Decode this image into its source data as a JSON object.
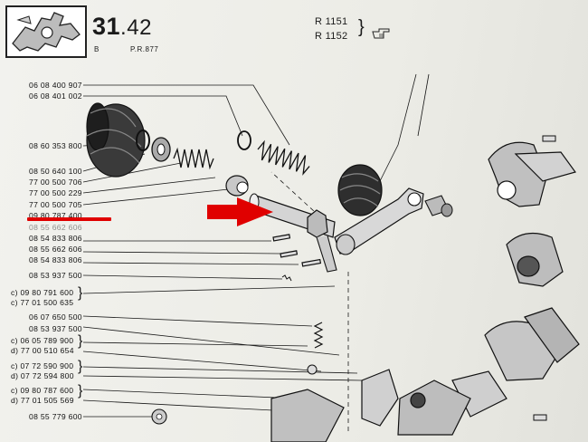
{
  "header": {
    "section_main": "31",
    "section_sub": ".42",
    "letter": "B",
    "plate_ref": "P.R.877"
  },
  "references": [
    "R 1151",
    "R 1152"
  ],
  "icons": {
    "thumbnail": "gear-selector-thumbnail-icon",
    "pointing_hand": "pointing-hand-icon",
    "highlight_arrow": "red-arrow-icon"
  },
  "colors": {
    "highlight": "#e00000",
    "ink": "#1a1a1a",
    "paper": "#efefea"
  },
  "part_numbers": [
    {
      "label": "06 08 400 907"
    },
    {
      "label": "06 08 401 002"
    },
    {
      "label": "08 60 353 800"
    },
    {
      "label": "08 50 640 100"
    },
    {
      "label": "77 00 500 706"
    },
    {
      "label": "77 00 500 229"
    },
    {
      "label": "77 00 500 705"
    },
    {
      "label": "09 80 787 400"
    },
    {
      "label": "08 55 662 606"
    },
    {
      "label": "08 54 833 806"
    },
    {
      "label": "08 55 662 606"
    },
    {
      "label": "08 54 833 806"
    },
    {
      "label": "08 53 937 500"
    },
    {
      "label": "c) 09 80 791 600"
    },
    {
      "label": "c) 77 01 500 635"
    },
    {
      "label": "06 07 650 500"
    },
    {
      "label": "08 53 937 500"
    },
    {
      "label": "c) 06 05 789 900"
    },
    {
      "label": "d) 77 00 510 654"
    },
    {
      "label": "c) 07 72 590 900"
    },
    {
      "label": "d) 07 72 594 800"
    },
    {
      "label": "c) 09 80 787 600"
    },
    {
      "label": "d) 77 01 505 569"
    },
    {
      "label": "08 55 779 600"
    }
  ]
}
